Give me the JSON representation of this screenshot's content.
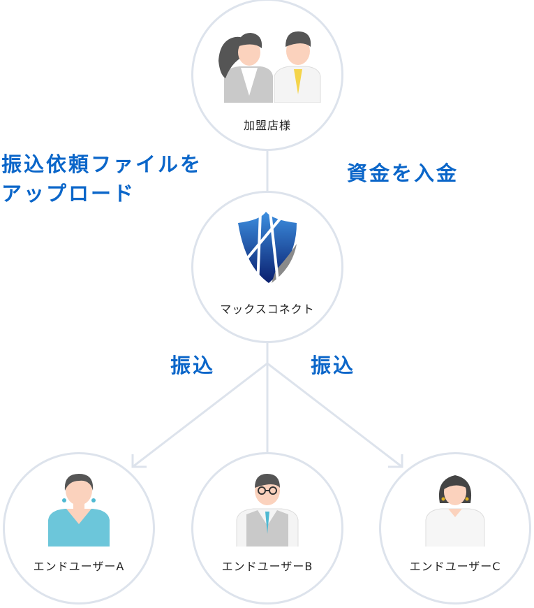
{
  "nodes": {
    "merchant": "加盟店様",
    "maxconnect": "マックスコネクト",
    "user_a": "エンドユーザーA",
    "user_b": "エンドユーザーB",
    "user_c": "エンドユーザーC"
  },
  "labels": {
    "upload_line1": "振込依頼ファイルを",
    "upload_line2": "アップロード",
    "deposit": "資金を入金",
    "transfer_left": "振込",
    "transfer_right": "振込"
  },
  "colors": {
    "accent": "#0b66c9",
    "line": "#dde3ec"
  }
}
